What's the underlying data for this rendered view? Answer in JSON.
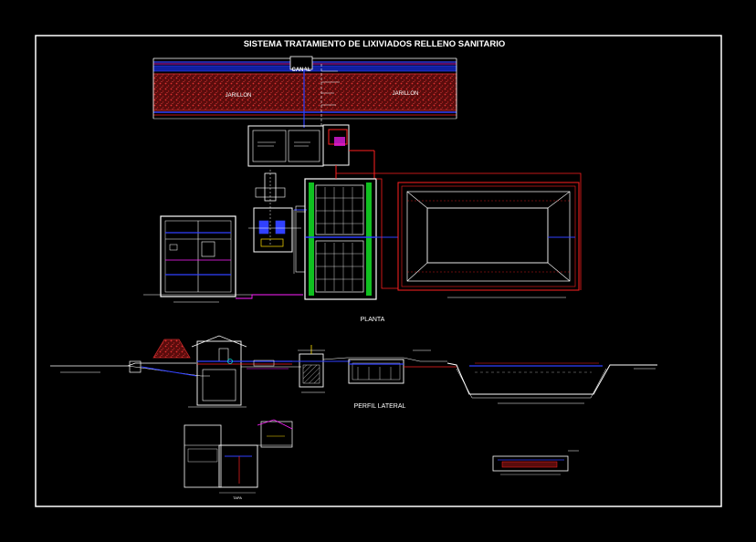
{
  "title": "SISTEMA TRATAMIENTO DE LIXIVIADOS RELLENO SANITARIO",
  "labels": {
    "canal": "CANAL",
    "jarillon_left": "JARILLON",
    "jarillon_right": "JARILLON",
    "planta": "PLANTA",
    "perfil_lateral": "PERFIL LATERAL",
    "small_caption": "TAPA"
  },
  "colors": {
    "background": "#000000",
    "frame": "#ffffff",
    "water": "#3040ff",
    "pipe": "#ff2020",
    "embankment": "#c02828",
    "green": "#10c020",
    "magenta": "#ff20ff",
    "yellow": "#ffe000",
    "cyan": "#00e0e0"
  }
}
